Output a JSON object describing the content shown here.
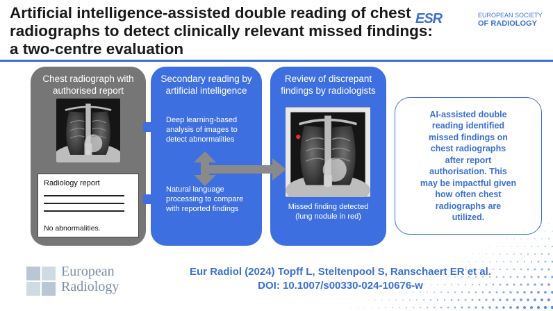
{
  "title": {
    "line1": "Artificial intelligence-assisted double reading of chest",
    "line2": "radiographs to detect clinically relevant missed findings:",
    "line3": "a two-centre evaluation"
  },
  "publisher_logo": {
    "mark": "ESR",
    "line1": "EUROPEAN SOCIETY",
    "line2": "OF RADIOLOGY"
  },
  "step1": {
    "title_line1": "Chest radiograph with",
    "title_line2": "authorised report",
    "report_title": "Radiology report",
    "report_footer": "No abnormalities."
  },
  "step2": {
    "title_line1": "Secondary reading by",
    "title_line2": "artificial intelligence",
    "text1_lines": [
      "Deep learning-based",
      "analysis of images to",
      "detect abnormalities"
    ],
    "text2_lines": [
      "Natural language",
      "processing to compare",
      "with reported findings"
    ]
  },
  "step3": {
    "title_line1": "Review of discrepant",
    "title_line2": "findings by radiologists",
    "caption_line1": "Missed finding detected",
    "caption_line2": "(lung nodule in red)"
  },
  "conclusion": {
    "lines": [
      "AI-assisted double",
      "reading identified",
      "missed findings on",
      "chest radiographs",
      "after report",
      "authorisation. This",
      "may be impactful given",
      "how often chest",
      "radiographs are",
      "utilized."
    ]
  },
  "journal_logo": {
    "line1": "European",
    "line2": "Radiology"
  },
  "citation": {
    "line1": "Eur Radiol (2024) Topff L, Steltenpool S, Ranschaert ER et al.",
    "line2": "DOI: 10.1007/s00330-024-10676-w"
  },
  "colors": {
    "brand_blue": "#3e6fe0",
    "grey_box": "#767676",
    "nodule_red": "#e03030"
  },
  "icons": [
    "right-arrow-icon",
    "double-arrow-icon",
    "chest-xray-image",
    "radiology-report-icon",
    "dot-pattern"
  ]
}
